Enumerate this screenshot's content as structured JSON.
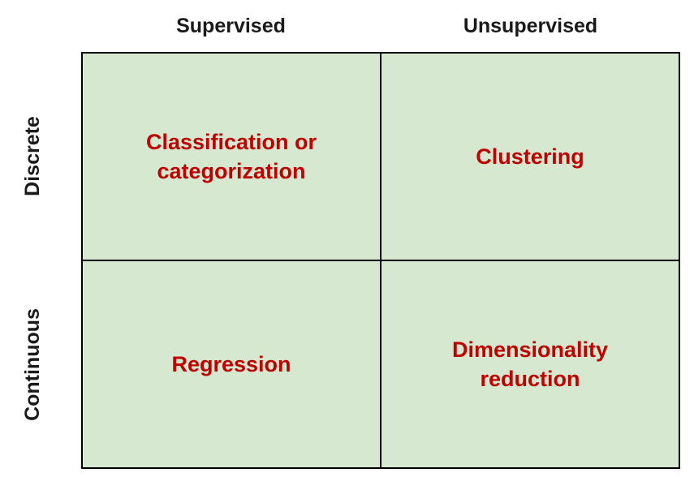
{
  "matrix": {
    "title_hint": "Machine learning task types 2x2 matrix",
    "column_headers": [
      {
        "label": "Supervised"
      },
      {
        "label": "Unsupervised"
      }
    ],
    "row_headers": [
      {
        "label": "Discrete"
      },
      {
        "label": "Continuous"
      }
    ],
    "cells": [
      {
        "row": "Discrete",
        "column": "Supervised",
        "label": "Classification or categorization"
      },
      {
        "row": "Discrete",
        "column": "Unsupervised",
        "label": "Clustering"
      },
      {
        "row": "Continuous",
        "column": "Supervised",
        "label": "Regression"
      },
      {
        "row": "Continuous",
        "column": "Unsupervised",
        "label": "Dimensionality reduction"
      }
    ],
    "colors": {
      "page_background": "#ffffff",
      "cell_background": "#d6e9d0",
      "cell_text": "#c00000",
      "header_text": "#1a1a1a",
      "grid_line": "#000000"
    }
  }
}
